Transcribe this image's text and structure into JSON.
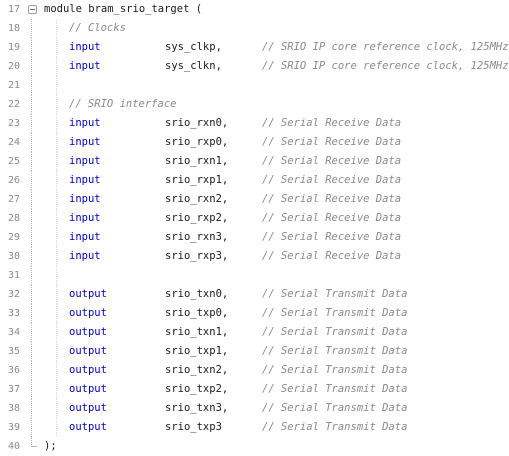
{
  "editor": {
    "lines": [
      {
        "num": "17",
        "code": "module bram_srio_target ("
      },
      {
        "num": "18",
        "comment": "// Clocks"
      },
      {
        "num": "19",
        "keyword": "input",
        "name": "sys_clkp,",
        "comment": "// SRIO IP core reference clock, 125MHz"
      },
      {
        "num": "20",
        "keyword": "input",
        "name": "sys_clkn,",
        "comment": "// SRIO IP core reference clock, 125MHz"
      },
      {
        "num": "21"
      },
      {
        "num": "22",
        "comment": "// SRIO interface"
      },
      {
        "num": "23",
        "keyword": "input",
        "name": "srio_rxn0,",
        "comment": "// Serial Receive Data"
      },
      {
        "num": "24",
        "keyword": "input",
        "name": "srio_rxp0,",
        "comment": "// Serial Receive Data"
      },
      {
        "num": "25",
        "keyword": "input",
        "name": "srio_rxn1,",
        "comment": "// Serial Receive Data"
      },
      {
        "num": "26",
        "keyword": "input",
        "name": "srio_rxp1,",
        "comment": "// Serial Receive Data"
      },
      {
        "num": "27",
        "keyword": "input",
        "name": "srio_rxn2,",
        "comment": "// Serial Receive Data"
      },
      {
        "num": "28",
        "keyword": "input",
        "name": "srio_rxp2,",
        "comment": "// Serial Receive Data"
      },
      {
        "num": "29",
        "keyword": "input",
        "name": "srio_rxn3,",
        "comment": "// Serial Receive Data"
      },
      {
        "num": "30",
        "keyword": "input",
        "name": "srio_rxp3,",
        "comment": "// Serial Receive Data"
      },
      {
        "num": "31"
      },
      {
        "num": "32",
        "keyword": "output",
        "name": "srio_txn0,",
        "comment": "// Serial Transmit Data"
      },
      {
        "num": "33",
        "keyword": "output",
        "name": "srio_txp0,",
        "comment": "// Serial Transmit Data"
      },
      {
        "num": "34",
        "keyword": "output",
        "name": "srio_txn1,",
        "comment": "// Serial Transmit Data"
      },
      {
        "num": "35",
        "keyword": "output",
        "name": "srio_txp1,",
        "comment": "// Serial Transmit Data"
      },
      {
        "num": "36",
        "keyword": "output",
        "name": "srio_txn2,",
        "comment": "// Serial Transmit Data"
      },
      {
        "num": "37",
        "keyword": "output",
        "name": "srio_txp2,",
        "comment": "// Serial Transmit Data"
      },
      {
        "num": "38",
        "keyword": "output",
        "name": "srio_txn3,",
        "comment": "// Serial Transmit Data"
      },
      {
        "num": "39",
        "keyword": "output",
        "name": "srio_txp3",
        "comment": "// Serial Transmit Data"
      },
      {
        "num": "40",
        "code": ");"
      }
    ]
  },
  "colors": {
    "port_keyword": "#0000c8",
    "comment": "#8a8a8a",
    "line_number": "#8a8a8a",
    "text": "#1a1a1a"
  },
  "icons": {
    "fold": "fold-minus-icon"
  }
}
